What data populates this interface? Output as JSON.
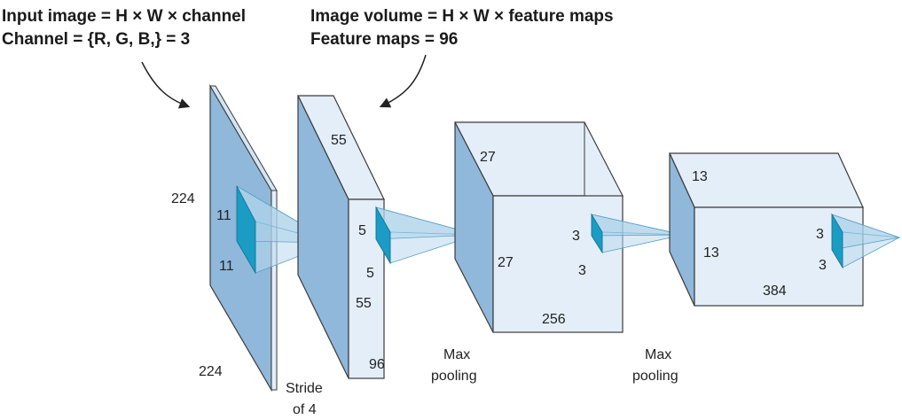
{
  "header": {
    "left_line1": "Input image = H × W × channel",
    "left_line2": "Channel = {R, G, B,} = 3",
    "right_line1": "Image volume = H × W × feature maps",
    "right_line2": "Feature maps = 96"
  },
  "input_plane": {
    "height_label": "224",
    "width_label": "224",
    "kernel_h": "11",
    "kernel_w": "11"
  },
  "conv1": {
    "top_label": "55",
    "side_label": "55",
    "depth_label": "96",
    "kernel_h": "5",
    "kernel_w": "5",
    "stride_line1": "Stride",
    "stride_line2": "of 4"
  },
  "conv2": {
    "top_label": "27",
    "side_label": "27",
    "depth_label": "256",
    "kernel_h": "3",
    "kernel_w": "3",
    "pool_line1": "Max",
    "pool_line2": "pooling"
  },
  "conv3": {
    "top_label": "13",
    "side_label": "13",
    "depth_label": "384",
    "kernel_h": "3",
    "kernel_w": "3",
    "pool_line1": "Max",
    "pool_line2": "pooling"
  },
  "colors": {
    "front_face": "#e4eef8",
    "side_face": "#8fb8da",
    "edge": "#3a3a3a",
    "kernel_face": "#1a9cc4",
    "kernel_cone": "#b9d9ee"
  }
}
